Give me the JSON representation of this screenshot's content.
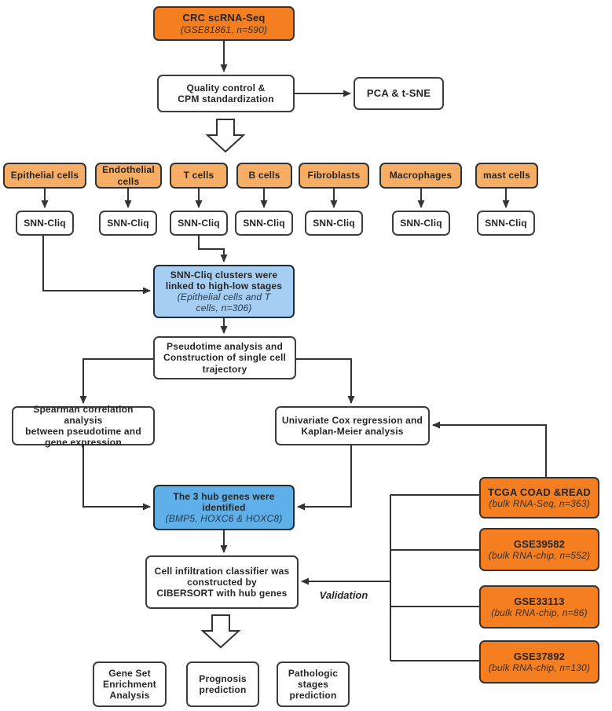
{
  "colors": {
    "dark_orange": "#f57e20",
    "light_orange": "#f7ad64",
    "blue_light": "#a6cef2",
    "blue_medium": "#5fafe8",
    "line": "#333333",
    "box_border": "#3d3d3d"
  },
  "nodes": {
    "crc": {
      "title": "CRC scRNA-Seq",
      "subtitle": "(GSE81861, n=590)"
    },
    "qc": {
      "line1": "Quality control &",
      "line2": "CPM standardization"
    },
    "pca": {
      "label": "PCA & t-SNE"
    },
    "snn": {
      "label": "SNN-Cliq"
    },
    "cluster_stage": {
      "line1": "SNN-Cliq clusters were",
      "line2": "linked to high-low stages",
      "sub1": "(Epithelial cells and T",
      "sub2": "cells, n=306)"
    },
    "pseudotime": {
      "line1": "Pseudotime analysis and",
      "line2": "Construction of single cell",
      "line3": "trajectory"
    },
    "spearman": {
      "line1": "Spearman correlation analysis",
      "line2": "between pseudotime and",
      "line3": "gene expression"
    },
    "cox": {
      "line1": "Univariate Cox regression and",
      "line2": "Kaplan-Meier analysis"
    },
    "hub_genes": {
      "line1": "The 3 hub genes were",
      "line2": "identified",
      "subtitle": "(BMP5, HOXC6 & HOXC8)"
    },
    "classifier": {
      "line1": "Cell infiltration classifier was",
      "line2": "constructed by",
      "line3": "CIBERSORT with hub genes"
    },
    "validation_label": "Validation",
    "gsea": {
      "line1": "Gene Set",
      "line2": "Enrichment",
      "line3": "Analysis"
    },
    "prognosis": {
      "line1": "Prognosis",
      "line2": "prediction"
    },
    "pathologic": {
      "line1": "Pathologic",
      "line2": "stages",
      "line3": "prediction"
    }
  },
  "cell_types": [
    "Epithelial cells",
    "Endothelial cells",
    "T cells",
    "B cells",
    "Fibroblasts",
    "Macrophages",
    "mast cells"
  ],
  "datasets": [
    {
      "title": "TCGA COAD &READ",
      "subtitle": "(bulk RNA-Seq, n=363)"
    },
    {
      "title": "GSE39582",
      "subtitle": "(bulk RNA-chip, n=552)"
    },
    {
      "title": "GSE33113",
      "subtitle": "(bulk RNA-chip, n=86)"
    },
    {
      "title": "GSE37892",
      "subtitle": "(bulk RNA-chip, n=130)"
    }
  ]
}
